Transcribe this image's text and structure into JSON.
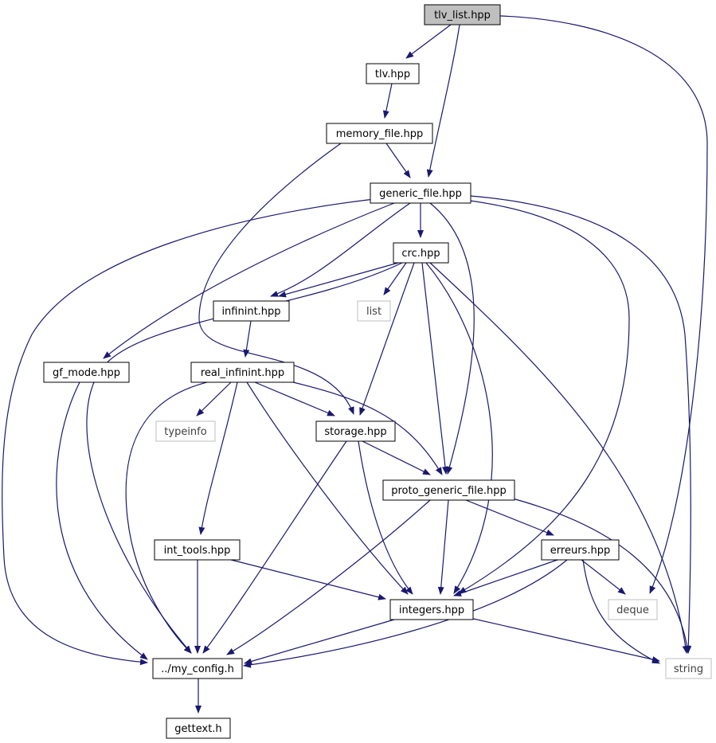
{
  "nodes": [
    {
      "id": "tlv_list",
      "label": "tlv_list.hpp",
      "kind": "root"
    },
    {
      "id": "tlv",
      "label": "tlv.hpp",
      "kind": "file"
    },
    {
      "id": "memory_file",
      "label": "memory_file.hpp",
      "kind": "file"
    },
    {
      "id": "generic_file",
      "label": "generic_file.hpp",
      "kind": "file"
    },
    {
      "id": "crc",
      "label": "crc.hpp",
      "kind": "file"
    },
    {
      "id": "infinint",
      "label": "infinint.hpp",
      "kind": "file"
    },
    {
      "id": "list",
      "label": "list",
      "kind": "external"
    },
    {
      "id": "gf_mode",
      "label": "gf_mode.hpp",
      "kind": "file"
    },
    {
      "id": "real_infinint",
      "label": "real_infinint.hpp",
      "kind": "file"
    },
    {
      "id": "typeinfo",
      "label": "typeinfo",
      "kind": "external"
    },
    {
      "id": "storage",
      "label": "storage.hpp",
      "kind": "file"
    },
    {
      "id": "proto_generic_file",
      "label": "proto_generic_file.hpp",
      "kind": "file"
    },
    {
      "id": "int_tools",
      "label": "int_tools.hpp",
      "kind": "file"
    },
    {
      "id": "erreurs",
      "label": "erreurs.hpp",
      "kind": "file"
    },
    {
      "id": "deque",
      "label": "deque",
      "kind": "external"
    },
    {
      "id": "integers",
      "label": "integers.hpp",
      "kind": "file"
    },
    {
      "id": "string",
      "label": "string",
      "kind": "external"
    },
    {
      "id": "my_config",
      "label": "../my_config.h",
      "kind": "file"
    },
    {
      "id": "gettext",
      "label": "gettext.h",
      "kind": "file"
    }
  ],
  "edges": [
    [
      "tlv_list",
      "tlv"
    ],
    [
      "tlv_list",
      "generic_file"
    ],
    [
      "tlv_list",
      "deque"
    ],
    [
      "tlv",
      "memory_file"
    ],
    [
      "memory_file",
      "generic_file"
    ],
    [
      "memory_file",
      "storage"
    ],
    [
      "generic_file",
      "crc"
    ],
    [
      "generic_file",
      "infinint"
    ],
    [
      "generic_file",
      "gf_mode"
    ],
    [
      "generic_file",
      "proto_generic_file"
    ],
    [
      "generic_file",
      "my_config"
    ],
    [
      "generic_file",
      "integers"
    ],
    [
      "generic_file",
      "string"
    ],
    [
      "crc",
      "infinint"
    ],
    [
      "crc",
      "list"
    ],
    [
      "crc",
      "storage"
    ],
    [
      "crc",
      "proto_generic_file"
    ],
    [
      "crc",
      "integers"
    ],
    [
      "crc",
      "my_config"
    ],
    [
      "crc",
      "string"
    ],
    [
      "infinint",
      "real_infinint"
    ],
    [
      "gf_mode",
      "my_config"
    ],
    [
      "real_infinint",
      "typeinfo"
    ],
    [
      "real_infinint",
      "storage"
    ],
    [
      "real_infinint",
      "proto_generic_file"
    ],
    [
      "real_infinint",
      "int_tools"
    ],
    [
      "real_infinint",
      "integers"
    ],
    [
      "real_infinint",
      "my_config"
    ],
    [
      "storage",
      "proto_generic_file"
    ],
    [
      "storage",
      "integers"
    ],
    [
      "storage",
      "my_config"
    ],
    [
      "proto_generic_file",
      "erreurs"
    ],
    [
      "proto_generic_file",
      "integers"
    ],
    [
      "proto_generic_file",
      "my_config"
    ],
    [
      "proto_generic_file",
      "string"
    ],
    [
      "int_tools",
      "integers"
    ],
    [
      "int_tools",
      "my_config"
    ],
    [
      "erreurs",
      "integers"
    ],
    [
      "erreurs",
      "deque"
    ],
    [
      "erreurs",
      "string"
    ],
    [
      "erreurs",
      "my_config"
    ],
    [
      "integers",
      "my_config"
    ],
    [
      "integers",
      "string"
    ],
    [
      "my_config",
      "gettext"
    ]
  ],
  "colors": {
    "edge": "#191970",
    "node_border": "#000000",
    "external_border": "#bfbfbf",
    "external_text": "#404040",
    "root_fill": "#bfbfbf",
    "node_fill": "#ffffff"
  }
}
